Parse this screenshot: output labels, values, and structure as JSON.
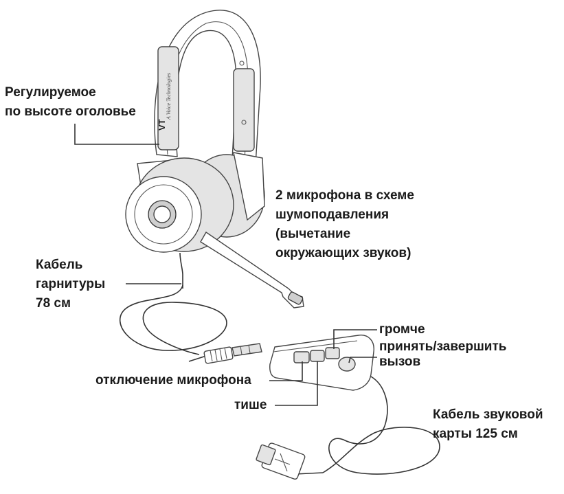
{
  "labels": {
    "headband": [
      "Регулируемое",
      "по высоте оголовье"
    ],
    "microphones": [
      "2 микрофона в схеме",
      "шумоподавления",
      "(вычетание",
      "окружающих звуков)"
    ],
    "headset_cable": [
      "Кабель",
      "гарнитуры",
      "78 см"
    ],
    "volume_up": "громче",
    "answer_end": [
      "принять/завершить",
      "вызов"
    ],
    "mute": "отключение микрофона",
    "volume_down": "тише",
    "soundcard_cable": [
      "Кабель звуковой",
      "карты 125 см"
    ]
  },
  "logo_text": "VT",
  "brand_text": "A Voice Technologies",
  "colors": {
    "text": "#1a1a1a",
    "lines": "#333333",
    "background": "#ffffff"
  }
}
